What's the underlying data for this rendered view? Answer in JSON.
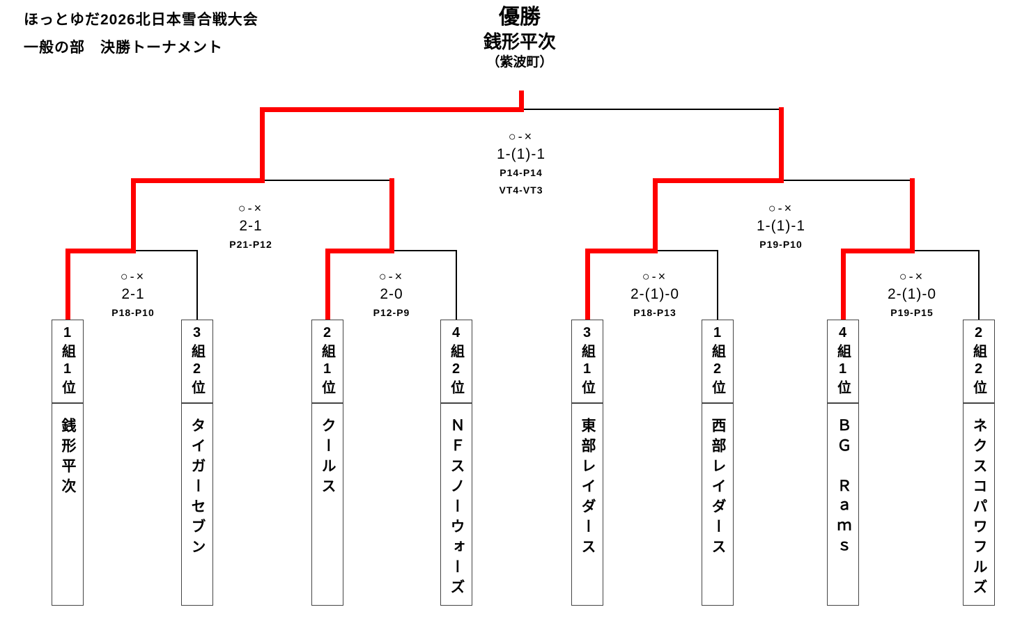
{
  "header": {
    "title": "ほっとゆだ2026北日本雪合戦大会",
    "subtitle": "一般の部　決勝トーナメント"
  },
  "champion": {
    "label": "優勝",
    "name": "銭形平次",
    "location": "（紫波町）"
  },
  "colors": {
    "winner_path": "#ff0000",
    "line": "#000000"
  },
  "teams": [
    {
      "seed": "1組1位",
      "name": "銭形平次"
    },
    {
      "seed": "3組2位",
      "name": "タイガーセブン"
    },
    {
      "seed": "2組1位",
      "name": "クールス"
    },
    {
      "seed": "4組2位",
      "name": "ＮＦスノーウォーズ"
    },
    {
      "seed": "3組1位",
      "name": "東部レイダース"
    },
    {
      "seed": "1組2位",
      "name": "西部レイダース"
    },
    {
      "seed": "4組1位",
      "name": "ＢＧ　Ｒａｍｓ"
    },
    {
      "seed": "2組2位",
      "name": "ネクスコパワフルズ"
    }
  ],
  "matches": {
    "final": {
      "result": "○-×",
      "score": "1-(1)-1",
      "points": "P14-P14",
      "extra": "VT4-VT3"
    },
    "sf1": {
      "result": "○-×",
      "score": "2-1",
      "points": "P21-P12"
    },
    "sf2": {
      "result": "○-×",
      "score": "1-(1)-1",
      "points": "P19-P10"
    },
    "qf1": {
      "result": "○-×",
      "score": "2-1",
      "points": "P18-P10"
    },
    "qf2": {
      "result": "○-×",
      "score": "2-0",
      "points": "P12-P9"
    },
    "qf3": {
      "result": "○-×",
      "score": "2-(1)-0",
      "points": "P18-P13"
    },
    "qf4": {
      "result": "○-×",
      "score": "2-(1)-0",
      "points": "P19-P15"
    }
  }
}
